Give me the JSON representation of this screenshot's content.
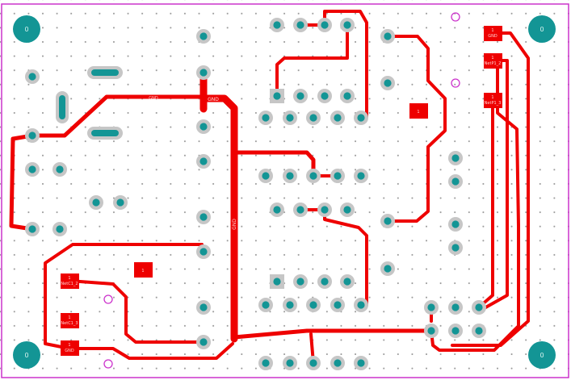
{
  "colors": {
    "copper": "#ee0000",
    "pad_ring": "#c6c6c6",
    "pad_core": "#139595",
    "outline": "#cc33cc",
    "background": "#ffffff"
  },
  "mounting_holes": {
    "label": "0"
  },
  "net_labels": {
    "gnd": "GND",
    "gnd_vertical": "GND",
    "gnd_pad": "GND"
  },
  "smd_pads": {
    "top_right_1": {
      "num": "1",
      "name": "GND"
    },
    "top_right_2": {
      "num": "1",
      "name": "NetP1_2"
    },
    "top_right_3": {
      "num": "1",
      "name": "NetP1_3"
    },
    "center_right": {
      "num": "1"
    },
    "left_mid": {
      "num": "1"
    },
    "bottom_left_1": {
      "num": "1",
      "name": "NetC1_2"
    },
    "bottom_left_2": {
      "num": "1",
      "name": "NetC1_3"
    },
    "bottom_left_3": {
      "num": "1",
      "name": "GND"
    }
  }
}
